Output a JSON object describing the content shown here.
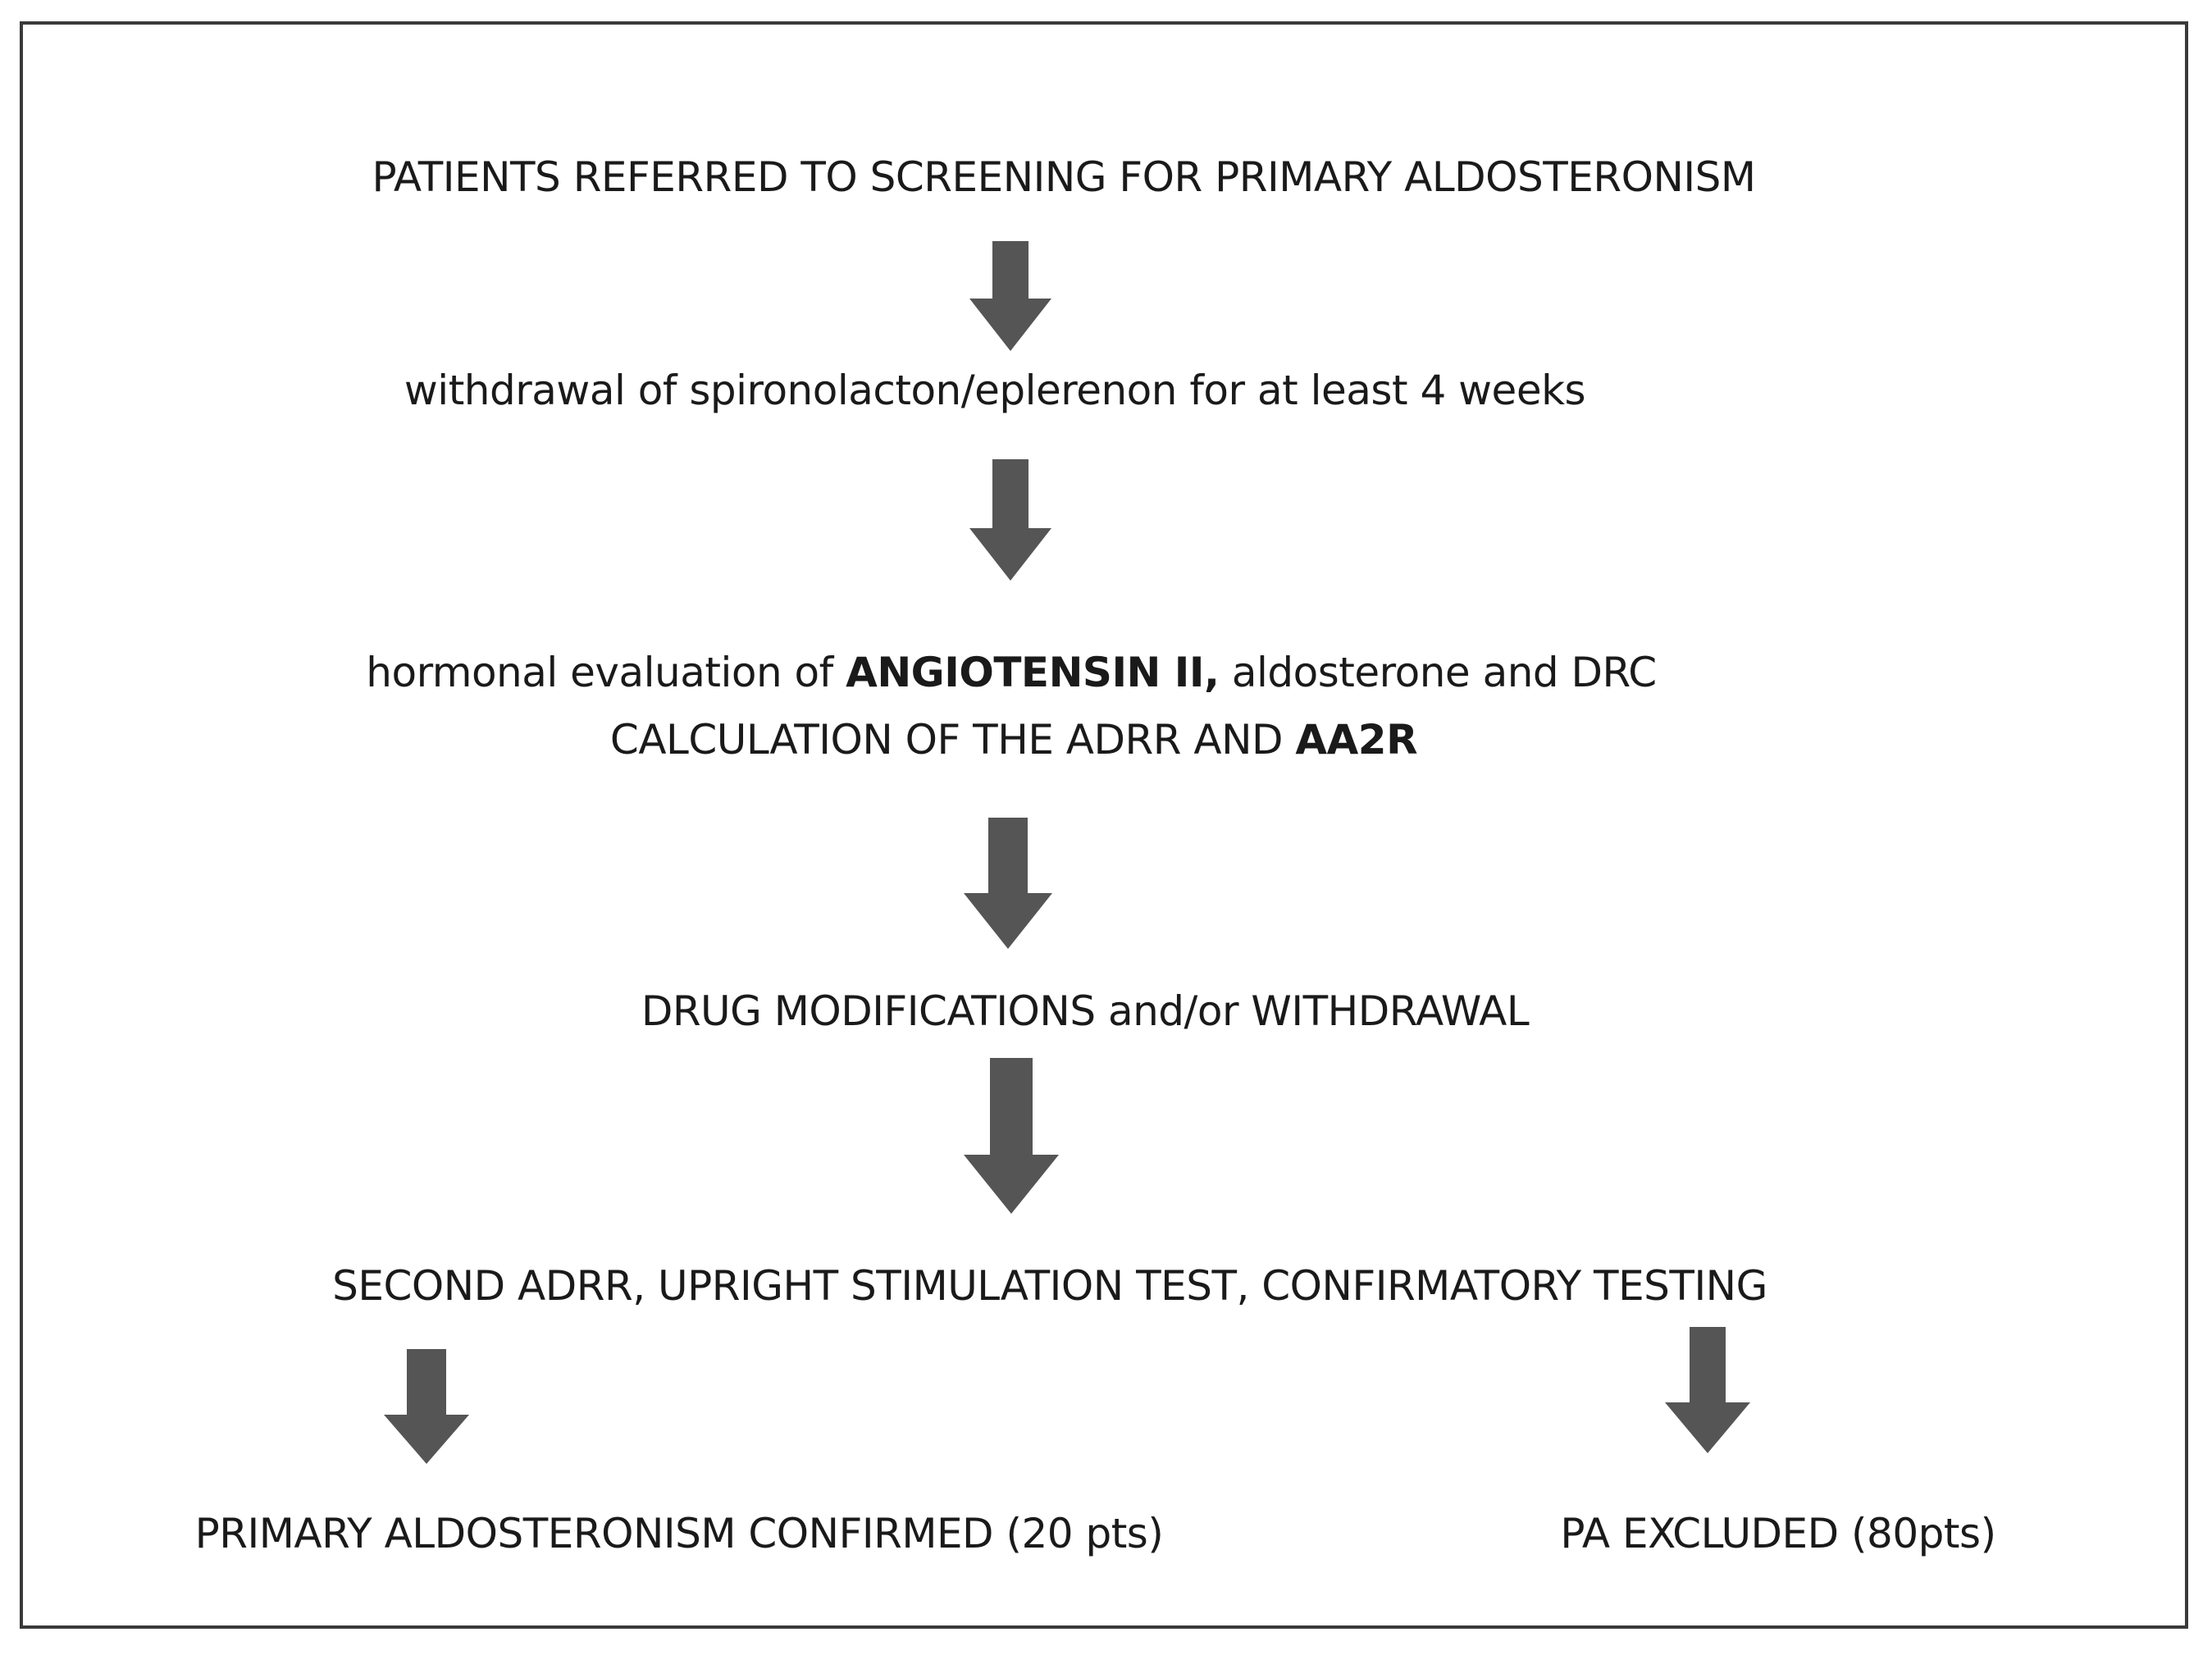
{
  "steps": {
    "s1": "PATIENTS REFERRED TO SCREENING FOR PRIMARY ALDOSTERONISM",
    "s2": "withdrawal of spironolacton/eplerenon for at least 4 weeks",
    "s3": {
      "line1_a": "hormonal evaluation of ",
      "line1_b": "ANGIOTENSIN II,",
      "line1_c": " aldosterone and DRC",
      "line2_a": "CALCULATION OF THE ADRR AND ",
      "line2_b": "AA2R"
    },
    "s4": "DRUG MODIFICATIONS and/or WITHDRAWAL",
    "s5": "SECOND ADRR, UPRIGHT STIMULATION TEST, CONFIRMATORY TESTING",
    "out_left": "PRIMARY ALDOSTERONISM CONFIRMED (20 pts)",
    "out_right": "PA EXCLUDED (80pts)"
  },
  "colors": {
    "arrow": "#555555",
    "border": "#3a3a3a",
    "text": "#1a1a1a"
  },
  "icons": [
    "down-arrow-icon"
  ]
}
